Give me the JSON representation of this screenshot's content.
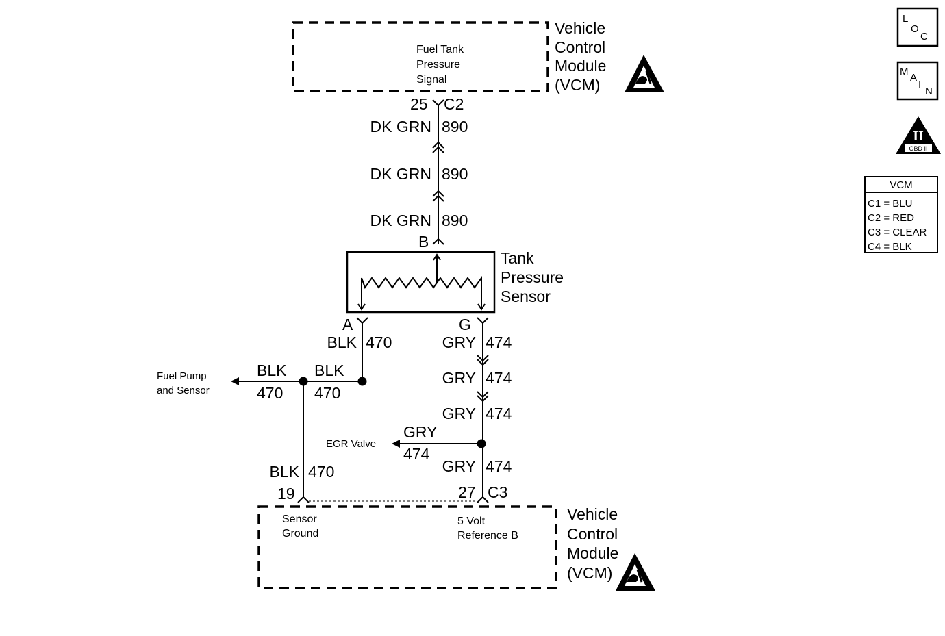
{
  "vcm_top": {
    "name_lines": [
      "Vehicle",
      "Control",
      "Module",
      "(VCM)"
    ],
    "function_lines": [
      "Fuel Tank",
      "Pressure",
      "Signal"
    ]
  },
  "vcm_bottom": {
    "name_lines": [
      "Vehicle",
      "Control",
      "Module",
      "(VCM)"
    ],
    "sensor_ground_lines": [
      "Sensor",
      "Ground"
    ],
    "five_volt_lines": [
      "5 Volt",
      "Reference B"
    ]
  },
  "pins": {
    "top_pin": "25",
    "top_connector": "C2",
    "sensor_b": "B",
    "sensor_a": "A",
    "sensor_g": "G",
    "bottom_left_pin": "19",
    "bottom_right_pin": "27",
    "bottom_right_connector": "C3"
  },
  "sensor": {
    "name_lines": [
      "Tank",
      "Pressure",
      "Sensor"
    ]
  },
  "wires": {
    "signal": [
      {
        "color": "DK GRN",
        "circuit": "890"
      },
      {
        "color": "DK GRN",
        "circuit": "890"
      },
      {
        "color": "DK GRN",
        "circuit": "890"
      }
    ],
    "ground_a": {
      "color": "BLK",
      "circuit": "470"
    },
    "ground_splice_left": {
      "color": "BLK",
      "circuit": "470"
    },
    "ground_splice_right": {
      "color": "BLK",
      "circuit": "470"
    },
    "ground_down": {
      "color": "BLK",
      "circuit": "470"
    },
    "ref": [
      {
        "color": "GRY",
        "circuit": "474"
      },
      {
        "color": "GRY",
        "circuit": "474"
      },
      {
        "color": "GRY",
        "circuit": "474"
      },
      {
        "color": "GRY",
        "circuit": "474"
      }
    ],
    "egr_branch": {
      "color": "GRY",
      "circuit": "474"
    }
  },
  "destinations": {
    "fuel_pump_lines": [
      "Fuel Pump",
      "and Sensor"
    ],
    "egr_valve": "EGR Valve"
  },
  "icons": {
    "loc": {
      "l": "L",
      "o": "O",
      "c": "C"
    },
    "main": {
      "m": "M",
      "a": "A",
      "i": "I",
      "n": "N"
    },
    "obd": {
      "numeral": "II",
      "label": "OBD II"
    }
  },
  "legend": {
    "title": "VCM",
    "rows": [
      "C1 = BLU",
      "C2 = RED",
      "C3 = CLEAR",
      "C4 = BLK"
    ]
  }
}
